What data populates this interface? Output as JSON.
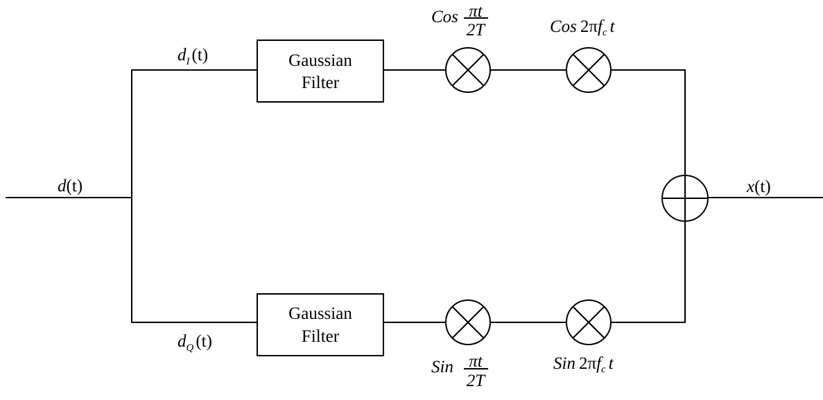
{
  "input": {
    "name": "d",
    "arg": "(t)"
  },
  "output": {
    "name": "x",
    "arg": "(t)"
  },
  "i_branch": {
    "signal": {
      "name": "d",
      "sub": "I",
      "arg": "(t)"
    },
    "filter": {
      "line1": "Gaussian",
      "line2": "Filter"
    },
    "mix1": {
      "func": "Cos",
      "num": "πt",
      "den": "2T"
    },
    "mix2": {
      "func": "Cos",
      "factor": "2π",
      "f": "f",
      "fsub": "c",
      "t": "t"
    }
  },
  "q_branch": {
    "signal": {
      "name": "d",
      "sub": "Q",
      "arg": "(t)"
    },
    "filter": {
      "line1": "Gaussian",
      "line2": "Filter"
    },
    "mix1": {
      "func": "Sin",
      "num": "πt",
      "den": "2T"
    },
    "mix2": {
      "func": "Sin",
      "factor": "2π",
      "f": "f",
      "fsub": "c",
      "t": "t"
    }
  }
}
